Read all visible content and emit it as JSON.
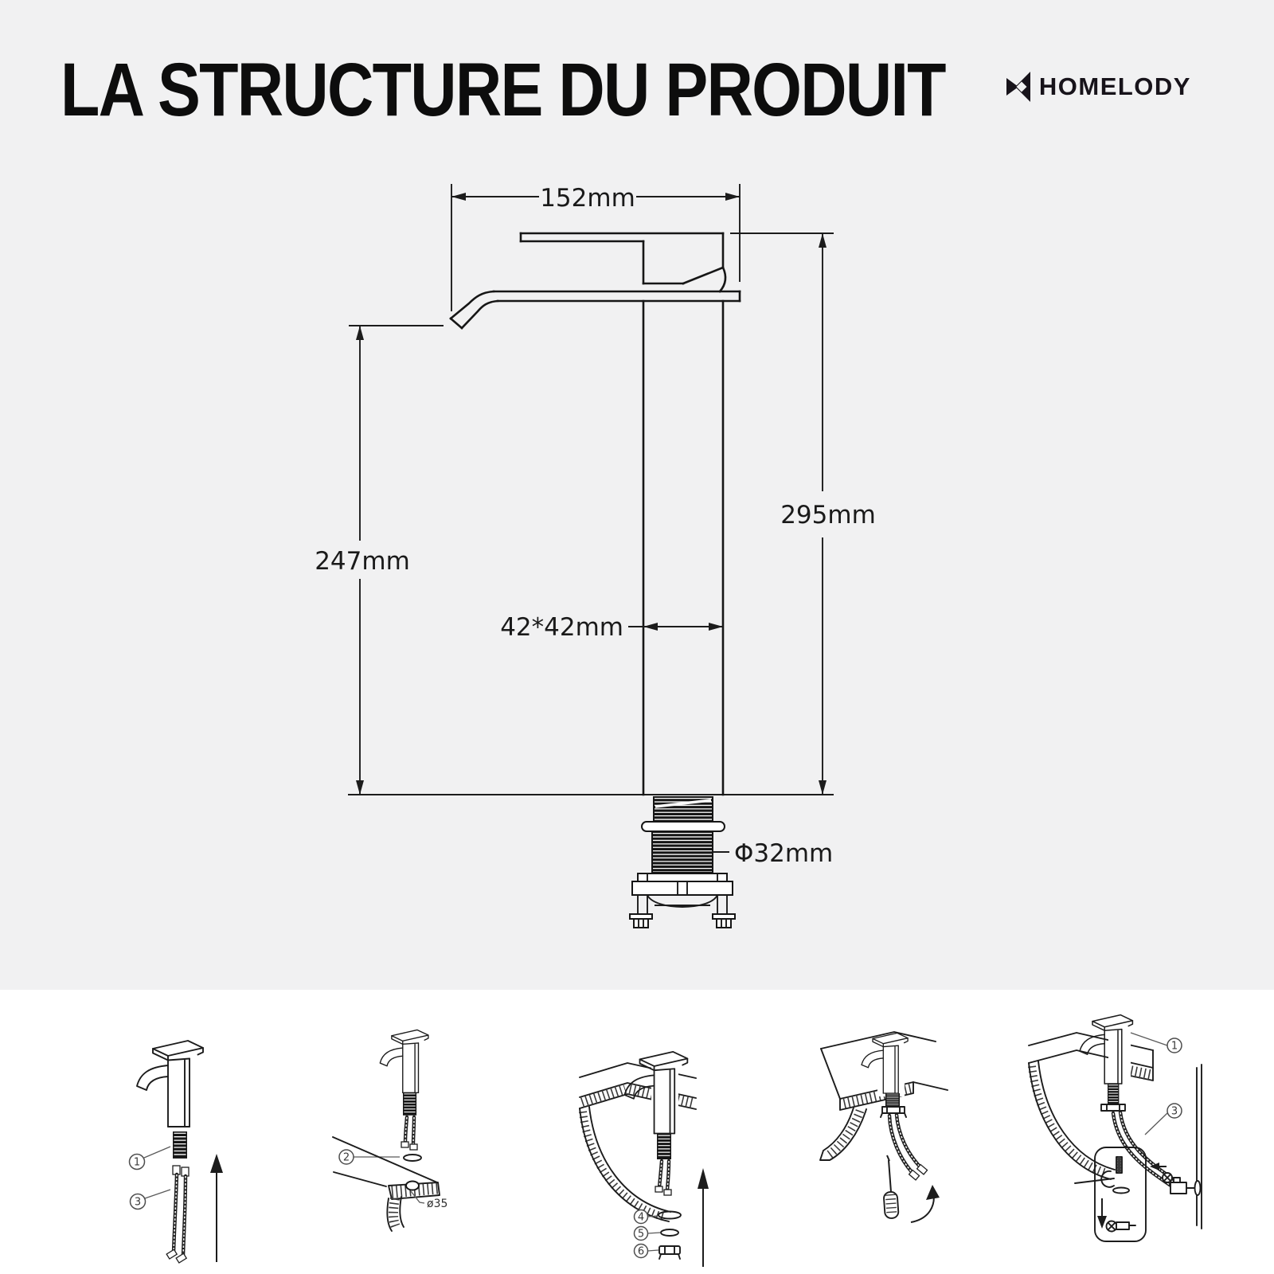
{
  "header": {
    "title": "LA STRUCTURE DU PRODUIT",
    "brand": "HOMELODY"
  },
  "diagram": {
    "dimensions": {
      "spout_reach": "152mm",
      "total_height": "295mm",
      "spout_height": "247mm",
      "body_section": "42*42mm",
      "mount_thread_diameter": "Φ32mm"
    }
  },
  "steps": {
    "panels": [
      {
        "name": "step-1",
        "labels": [
          "1",
          "3"
        ]
      },
      {
        "name": "step-2",
        "labels": [
          "2"
        ],
        "hole_diameter": "ø35"
      },
      {
        "name": "step-3",
        "labels": [
          "4",
          "5",
          "6"
        ]
      },
      {
        "name": "step-4",
        "labels": []
      },
      {
        "name": "step-5",
        "labels": [
          "1",
          "3"
        ]
      }
    ]
  },
  "colors": {
    "background_top": "#f1f1f2",
    "background_bottom": "#ffffff",
    "line": "#1a1a1a"
  }
}
